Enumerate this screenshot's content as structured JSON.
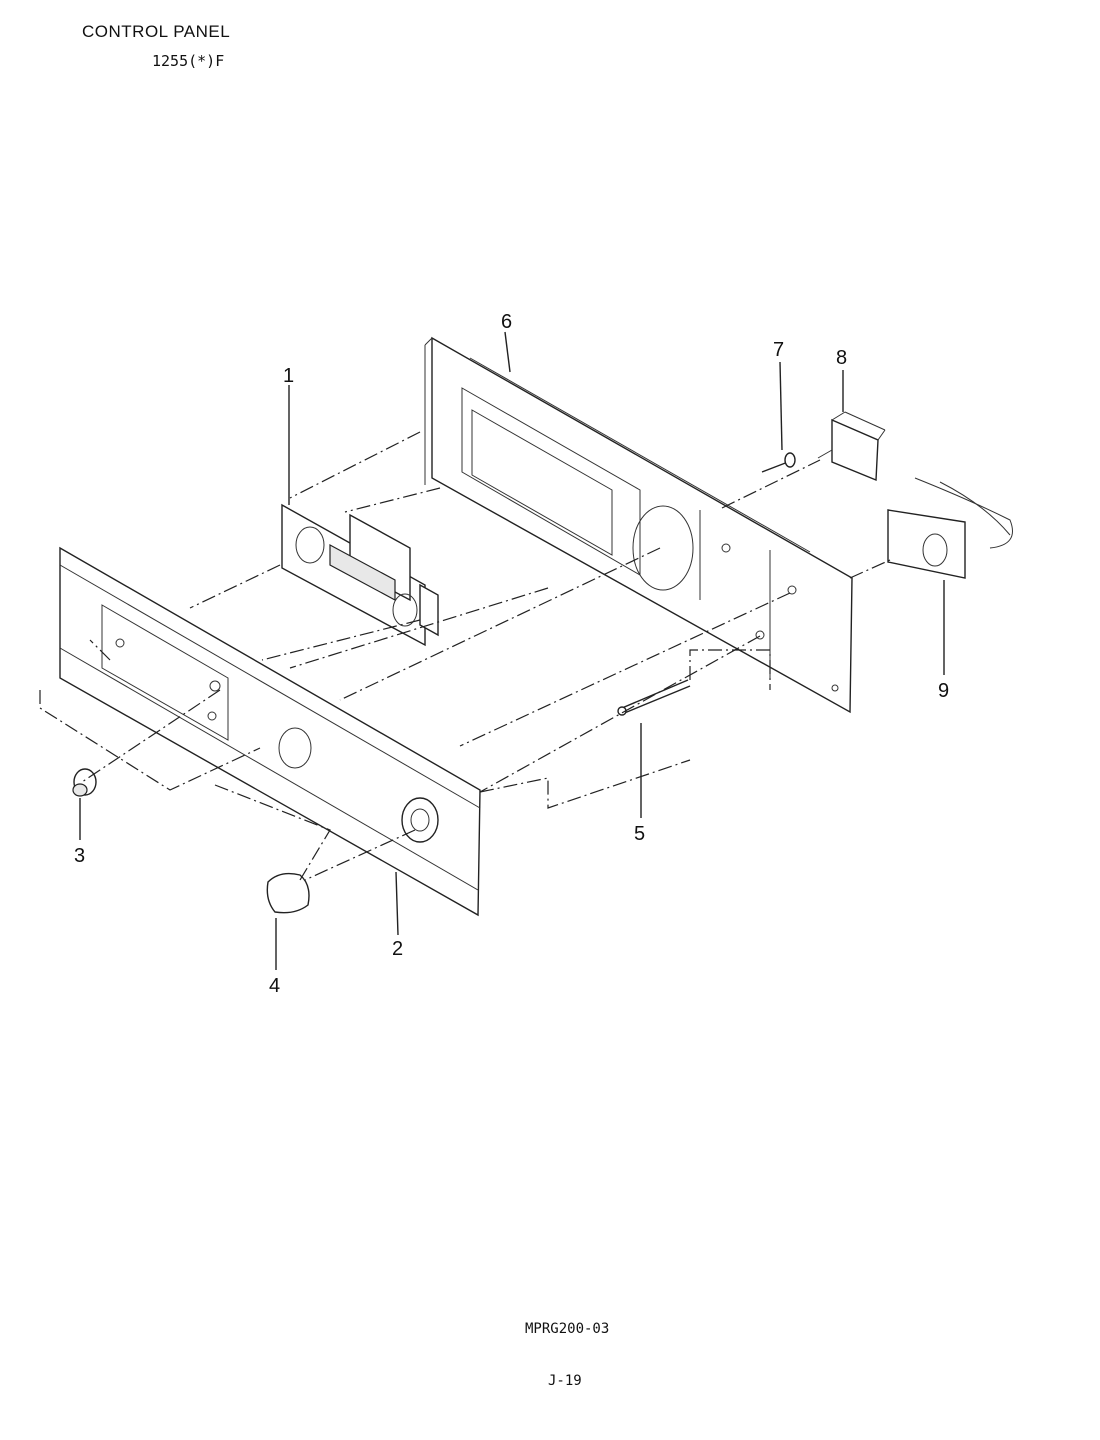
{
  "header": {
    "title": "CONTROL PANEL",
    "model": "1255(*)F"
  },
  "callouts": [
    {
      "id": "callout-1",
      "label": "1"
    },
    {
      "id": "callout-2",
      "label": "2"
    },
    {
      "id": "callout-3",
      "label": "3"
    },
    {
      "id": "callout-4",
      "label": "4"
    },
    {
      "id": "callout-5",
      "label": "5"
    },
    {
      "id": "callout-6",
      "label": "6"
    },
    {
      "id": "callout-7",
      "label": "7"
    },
    {
      "id": "callout-8",
      "label": "8"
    },
    {
      "id": "callout-9",
      "label": "9"
    }
  ],
  "footer": {
    "doc_id": "MPRG200-03",
    "page": "J-19"
  }
}
